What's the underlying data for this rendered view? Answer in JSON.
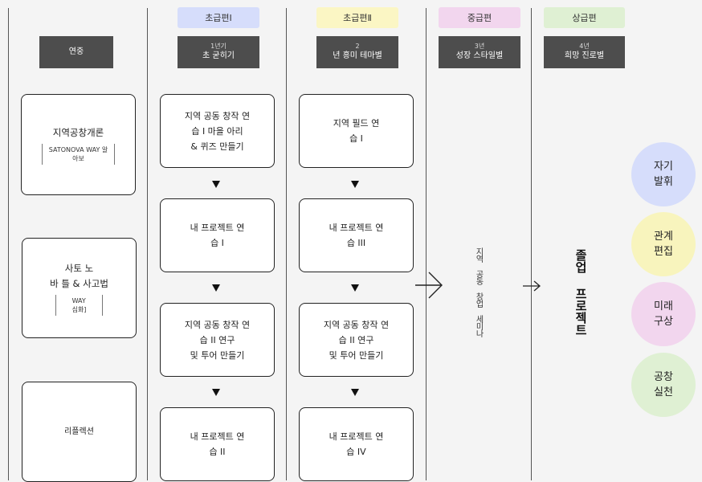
{
  "colors": {
    "tag_beginner1": "#d6ddfb",
    "tag_beginner2": "#fbf6c4",
    "tag_intermediate": "#f2d6ee",
    "tag_advanced": "#dff0d3",
    "header_bg": "#4d4d4d"
  },
  "columns": [
    {
      "id": "col0",
      "header": "연중",
      "header_sub": ""
    },
    {
      "id": "col1",
      "tag": "초급편Ⅰ",
      "header": "초 굳히기",
      "header_sub": "1년기"
    },
    {
      "id": "col2",
      "tag": "초급편Ⅱ",
      "header": "년 흥미 테마별",
      "header_sub": "2"
    },
    {
      "id": "col3",
      "tag": "중급편",
      "header": "성장 스타일별",
      "header_sub": "3년"
    },
    {
      "id": "col4",
      "tag": "상급편",
      "header": "희망 진로별",
      "header_sub": "4년"
    }
  ],
  "col0_boxes": [
    {
      "title": "지역공창개론",
      "note1": "SATONOVA WAY 알",
      "note2": "아보"
    },
    {
      "title1": "사토 노",
      "title2": "바 틀 & 사고법",
      "note1": "WAY",
      "note2": "심화]"
    },
    {
      "title": "리플렉션"
    }
  ],
  "col1_boxes": [
    {
      "l1": "지역 공동 창작 연",
      "l2": "습 I 마을 아리",
      "l3": "& 퀴즈 만들기"
    },
    {
      "l1": "내 프로젝트 연",
      "l2": "습 I"
    },
    {
      "l1": "지역 공동 창작 연",
      "l2": "습 II 연구",
      "l3": "및 투어 만들기"
    },
    {
      "l1": "내 프로젝트 연",
      "l2": "습 II"
    }
  ],
  "col2_boxes": [
    {
      "l1": "지역 필드 연",
      "l2": "습 I"
    },
    {
      "l1": "내 프로젝트 연",
      "l2": "습 III"
    },
    {
      "l1": "지역 공동 창작 연",
      "l2": "습 II 연구",
      "l3": "및 투어 만들기"
    },
    {
      "l1": "내 프로젝트 연",
      "l2": "습 IV"
    }
  ],
  "seminar": "지역 공동 창업 세미나",
  "graduation": "졸업 프로젝트",
  "circles": [
    {
      "l1": "자기",
      "l2": "발휘",
      "color": "#d6ddfb"
    },
    {
      "l1": "관계",
      "l2": "편집",
      "color": "#f8f4bd"
    },
    {
      "l1": "미래",
      "l2": "구상",
      "color": "#f2d6ee"
    },
    {
      "l1": "공창",
      "l2": "실천",
      "color": "#dff0d3"
    }
  ]
}
